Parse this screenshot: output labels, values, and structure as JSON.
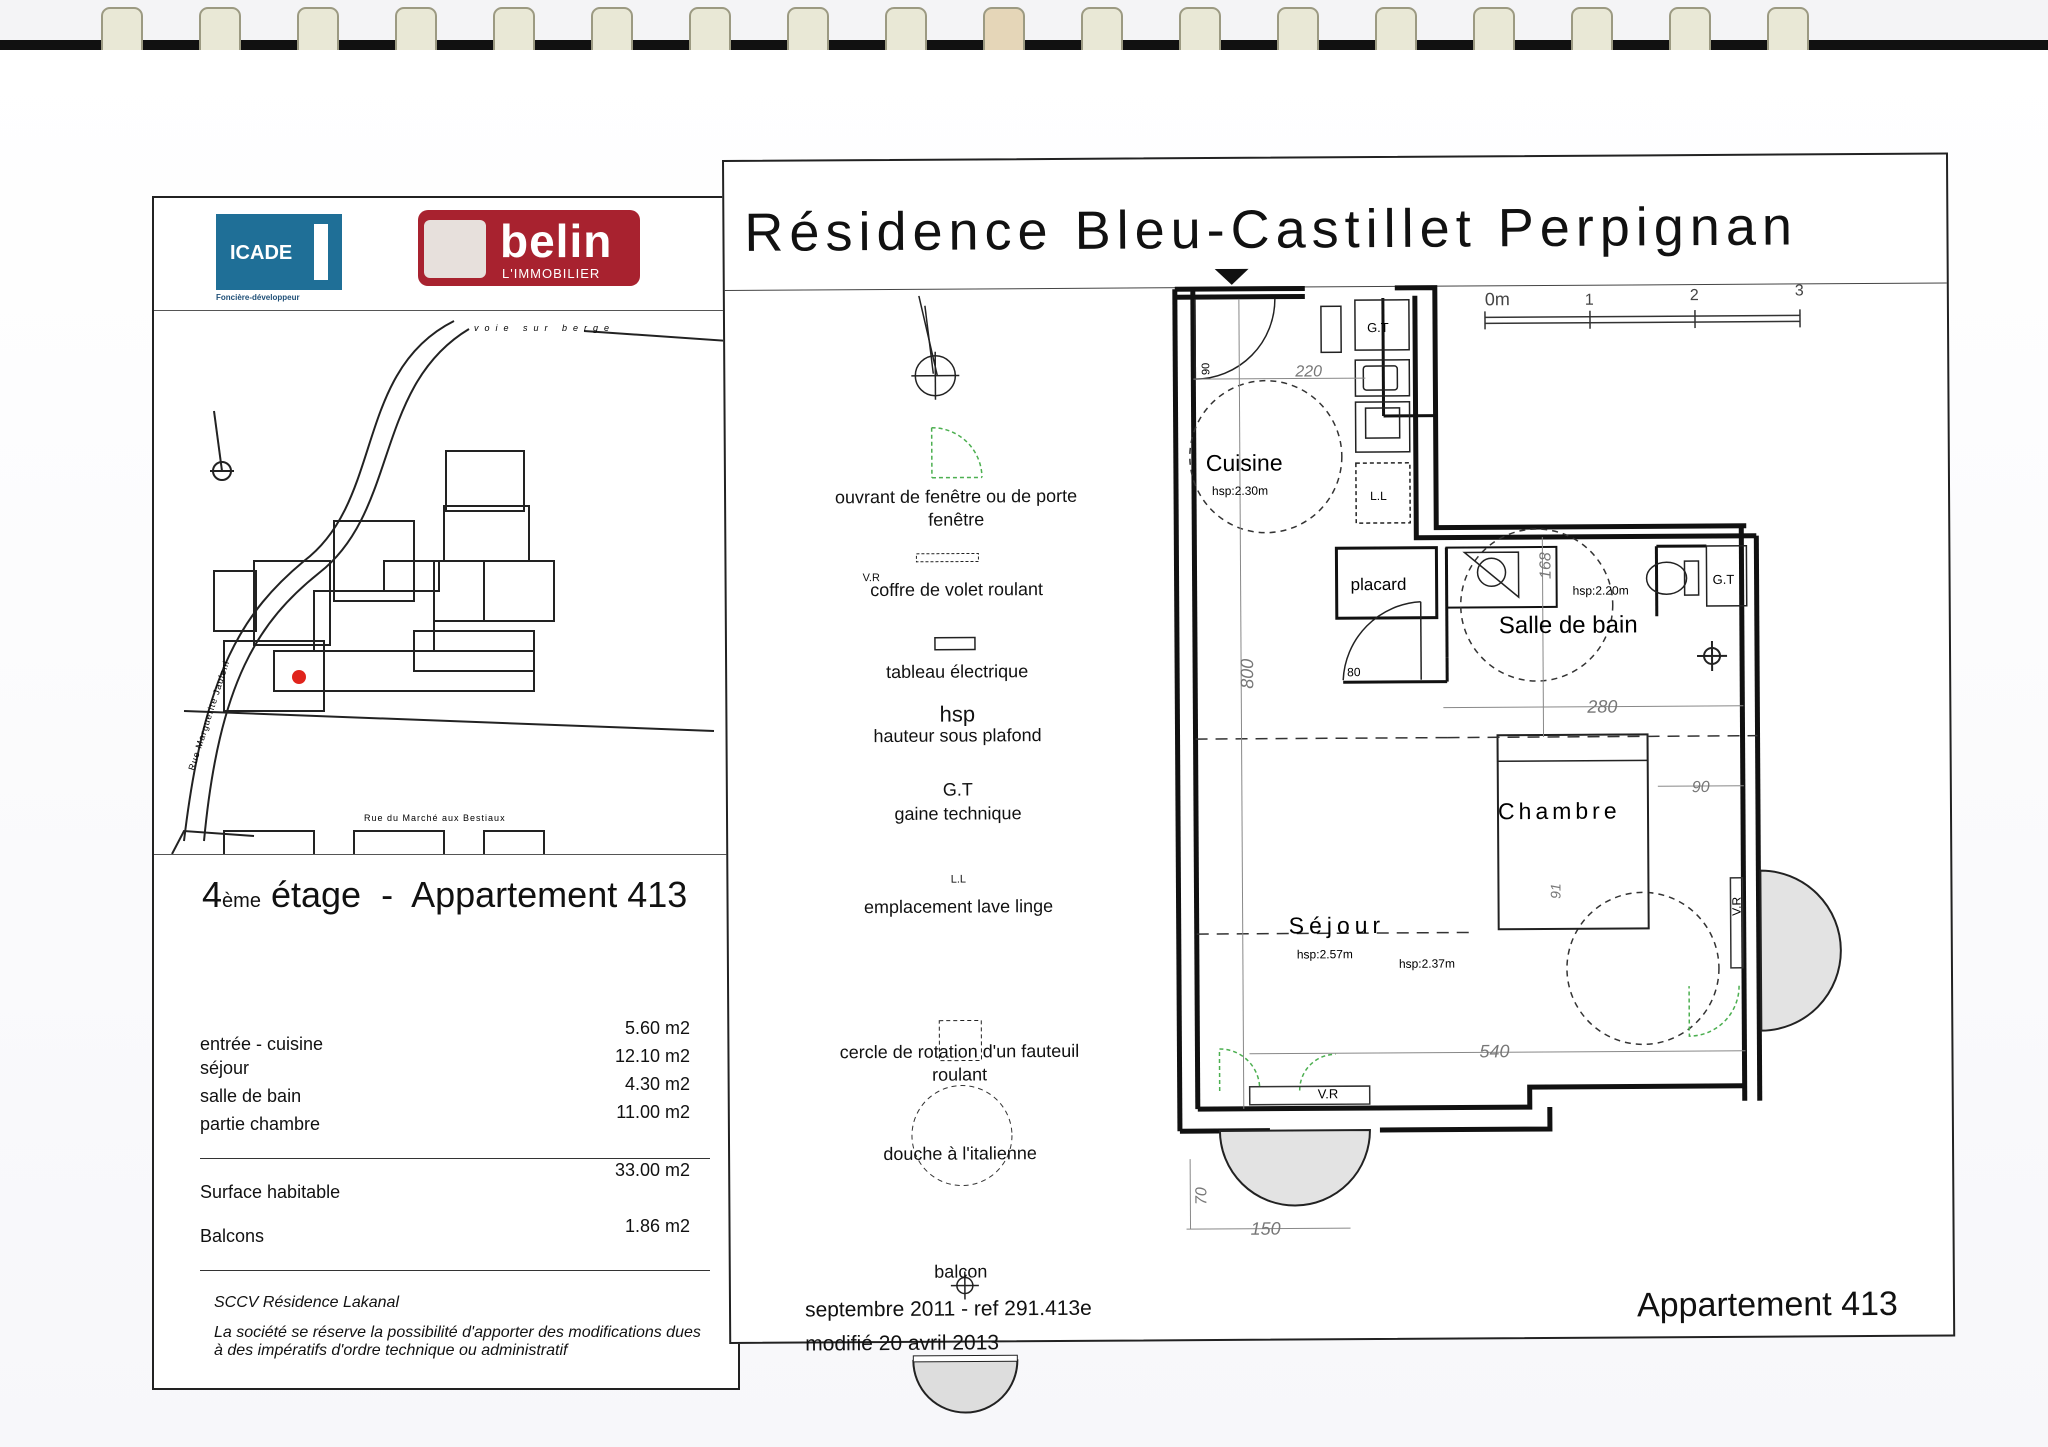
{
  "logos": {
    "icade": "ICADE",
    "icade_subtitle": "Foncière-développeur",
    "belin_word": "belin",
    "belin_sub": "L'IMMOBILIER"
  },
  "site_plan": {
    "street_top": "voie sur berge",
    "street_left": "Rue Marguerite Jauleni",
    "street_bottom": "Rue du Marché aux Bestiaux"
  },
  "apartment": {
    "floor_num": "4",
    "floor_sup": "ème",
    "floor_word": "étage",
    "sep": "-",
    "name": "Appartement 413"
  },
  "areas": [
    {
      "label": "entrée  - cuisine",
      "value": "5.60 m2"
    },
    {
      "label": "séjour",
      "value": "12.10 m2"
    },
    {
      "label": "salle de bain",
      "value": "4.30 m2"
    },
    {
      "label": "partie chambre",
      "value": "11.00 m2"
    }
  ],
  "total": {
    "label": "Surface habitable",
    "value": "33.00 m2"
  },
  "balcons": {
    "label": "Balcons",
    "value": "1.86 m2"
  },
  "footer": {
    "company": "SCCV Résidence Lakanal",
    "disclaimer": "La société se réserve la possibilité d'apporter des modifications dues à des impératifs d'ordre technique ou administratif"
  },
  "title": "Résidence Bleu-Castillet Perpignan",
  "legend": [
    {
      "text": "ouvrant de fenêtre ou de porte fenêtre"
    },
    {
      "symbol": "V.R",
      "text": "coffre de volet roulant"
    },
    {
      "text": "tableau électrique"
    },
    {
      "symbol": "hsp",
      "text": "hauteur sous plafond"
    },
    {
      "symbol": "G.T",
      "text": "gaine technique"
    },
    {
      "symbol": "L.L",
      "text": "emplacement lave linge"
    },
    {
      "text": "cercle de rotation d'un fauteuil roulant"
    },
    {
      "text": "douche à l'italienne"
    },
    {
      "text": "balcon"
    }
  ],
  "reference": {
    "line1": "septembre 2011 - ref 291.413e",
    "line2": "modifié 20 avril 2013"
  },
  "apartment_bottom": "Appartement 413",
  "plan": {
    "scale": [
      "0m",
      "1",
      "2",
      "3"
    ],
    "rooms": {
      "cuisine": "Cuisine",
      "cuisine_hsp": "hsp:2.30m",
      "placard": "placard",
      "salle": "Salle de bain",
      "salle_hsp": "hsp:2.20m",
      "chambre": "Chambre",
      "sejour": "Séjour",
      "sejour_hsp": "hsp:2.57m",
      "chambre_hsp": "hsp:2.37m"
    },
    "labels": {
      "gt": "G.T",
      "ll": "L.L",
      "vr": "V.R",
      "d90": "90",
      "d80": "80"
    },
    "dims": {
      "d220": "220",
      "d800": "800",
      "d168": "168",
      "d280": "280",
      "d90b": "90",
      "d540": "540",
      "d70": "70",
      "d150": "150",
      "d91": "91"
    }
  }
}
